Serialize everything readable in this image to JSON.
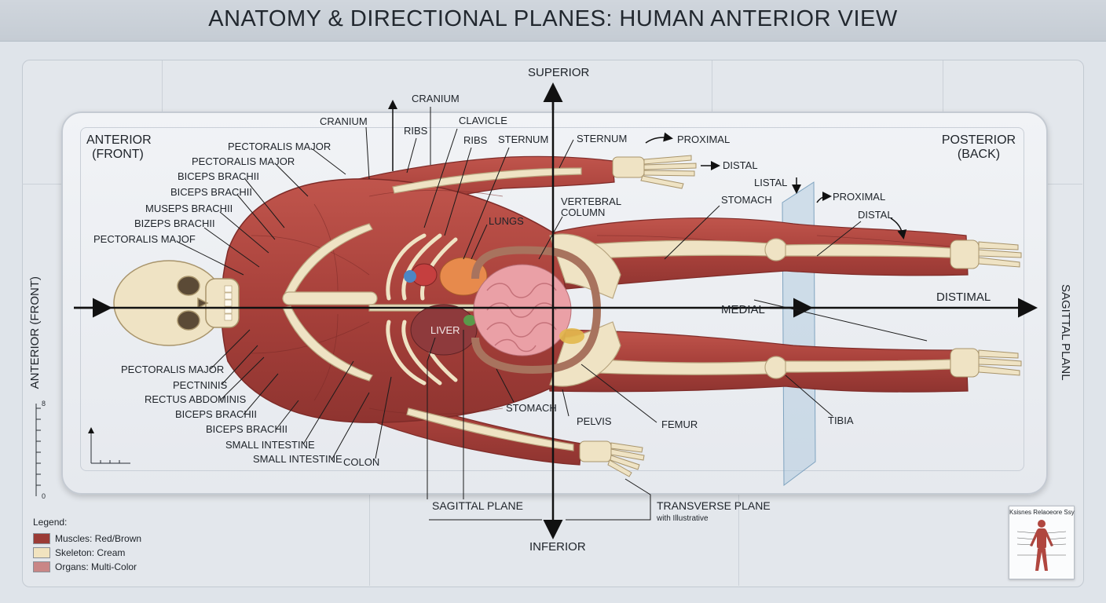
{
  "title": "ANATOMY & DIRECTIONAL PLANES: HUMAN ANTERIOR VIEW",
  "corner_headers": {
    "anterior": [
      "ANTERIOR",
      "(FRONT)"
    ],
    "posterior": [
      "POSTERIOR",
      "(BACK)"
    ]
  },
  "axis_labels": {
    "superior": "SUPERIOR",
    "inferior": "INFERIOR",
    "medial": "MEDIAL",
    "distimal": "DISTIMAL",
    "side_left": "ANTERIOR (FRONT)",
    "side_right": "SAGITTAL PLANL"
  },
  "labels": {
    "cranium_top": "CRANIUM",
    "cranium_left": "CRANIUM",
    "ribs_top": "RIBS",
    "clavicle": "CLAVICLE",
    "ribs_mid": "RIBS",
    "sternum_mid": "STERNUM",
    "sternum_right": "STERNUM",
    "proximal_top": "PROXIMAL",
    "distal_top": "DISTAL",
    "listal": "LISTAL",
    "proximal_right": "PROXIMAL",
    "distal_right": "DISTAL",
    "stomach_top": "STOMACH",
    "vertebral_1": "VERTEBRAL",
    "vertebral_2": "COLUMN",
    "lungs": "LUNGS",
    "liver": "LIVER",
    "pect_major_1": "PECTORALIS MAJOR",
    "pect_major_2": "PECTORALIS MAJOR",
    "biceps_1": "BICEPS BRACHII",
    "biceps_2": "BICEPS BRACHII",
    "museps": "MUSEPS BRACHII",
    "bizeps": "BIZEPS BRACHII",
    "pect_major_3": "PECTORALIS MAJOF",
    "pect_major_4": "PECTORALIS MAJOR",
    "pectninis": "PECTNINIS",
    "rectus": "RECTUS ABDOMINIS",
    "biceps_3": "BICEPS BRACHII",
    "biceps_4": "BICEPS BRACHII",
    "small_int_1": "SMALL INTESTINE",
    "small_int_2": "SMALL INTESTINE",
    "colon": "COLON",
    "stomach_bottom": "STOMACH",
    "pelvis": "PELVIS",
    "femur": "FEMUR",
    "tibia": "TIBIA",
    "sagittal_plane": "SAGITTAL PLANE",
    "transverse_plane": "TRANSVERSE PLANE",
    "transverse_sub": "with Illustrative"
  },
  "ruler": {
    "top": "8",
    "bottom": "0"
  },
  "legend": {
    "title": "Legend:",
    "items": [
      {
        "label": "Muscles: Red/Brown",
        "color": "#9b3b36"
      },
      {
        "label": "Skeleton: Cream",
        "color": "#f1e3bf"
      },
      {
        "label": "Organs: Multi-Color",
        "color": "#c98686"
      }
    ]
  },
  "reference_card": {
    "title": "Ksisnes Relaoeore Ssy"
  },
  "colors": {
    "muscle": "#b0463f",
    "muscle_dark": "#8a2f2b",
    "bone": "#efe3c4",
    "bone_edge": "#b9a680",
    "intestine": "#eaa0a6",
    "liver": "#8e3a3c",
    "plane": "#a9c6dc"
  }
}
